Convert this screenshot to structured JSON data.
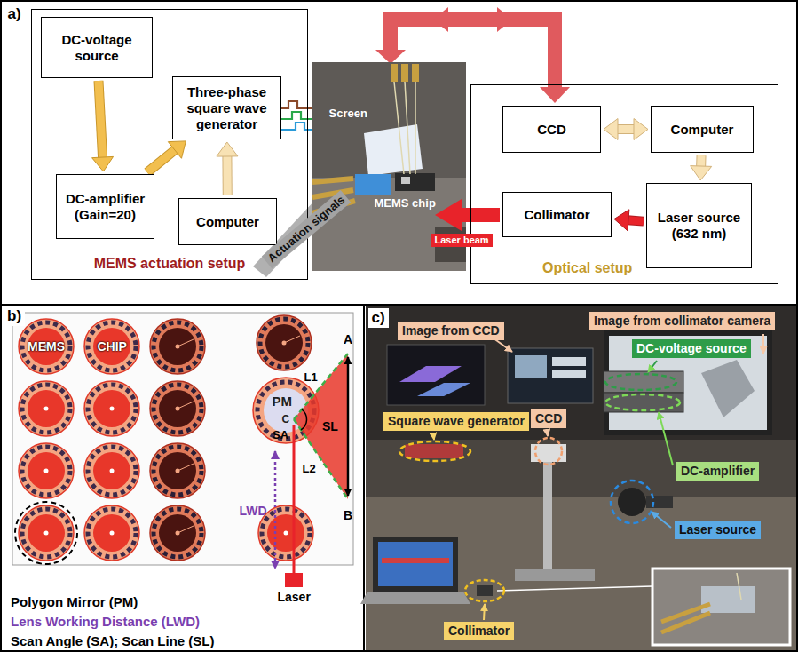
{
  "diagram": {
    "nodes": [
      {
        "text": [
          "MEMS actuation setup"
        ]
      },
      {
        "text": [
          "DC-voltage source"
        ],
        "in": 0
      },
      {
        "text": [
          "Three-phase square wave generator"
        ],
        "in": 0
      },
      {
        "text": [
          "DC-amplifier (Gain=20)"
        ],
        "in": 0
      },
      {
        "text": [
          "Computer"
        ],
        "in": 0
      },
      {
        "text": [
          "Optical setup"
        ]
      },
      {
        "text": [
          "CCD"
        ],
        "in": 5
      },
      {
        "text": [
          "Computer"
        ],
        "in": 5
      },
      {
        "text": [
          "Collimator"
        ],
        "in": 5
      },
      {
        "text": [
          "Laser source (632 nm)"
        ],
        "in": 5
      },
      {
        "text": [
          "Image from CCD"
        ]
      },
      {
        "text": [
          "Image from collimator camera"
        ]
      },
      {
        "text": [
          "DC-voltage source"
        ]
      },
      {
        "text": [
          "Square wave generator"
        ]
      },
      {
        "text": [
          "CCD"
        ]
      },
      {
        "text": [
          "DC-amplifier"
        ]
      },
      {
        "text": [
          "Laser source"
        ]
      },
      {
        "text": [
          "Collimator"
        ]
      }
    ],
    "edges": [
      {
        "from": 1,
        "to": 3,
        "arrow": "to"
      },
      {
        "from": 3,
        "to": 2,
        "arrow": "to"
      },
      {
        "from": 4,
        "to": 2,
        "arrow": "to"
      },
      {
        "from": 6,
        "to": 7,
        "arrow": "both"
      },
      {
        "from": 7,
        "to": 9,
        "arrow": "to"
      },
      {
        "from": 9,
        "to": 8,
        "arrow": "to"
      }
    ],
    "labels": [
      "a)",
      "Screen",
      "MEMS chip",
      "Actuation signals",
      "Laser beam",
      "b)",
      "MEMS",
      "CHIP",
      "PM",
      "C",
      "SA",
      "L1",
      "L2",
      "SL",
      "A",
      "B",
      "LWD",
      "Laser",
      "Polygon Mirror (PM)",
      "Lens Working Distance (LWD)",
      "Scan Angle (SA); Scan Line (SL)",
      "c)"
    ]
  }
}
